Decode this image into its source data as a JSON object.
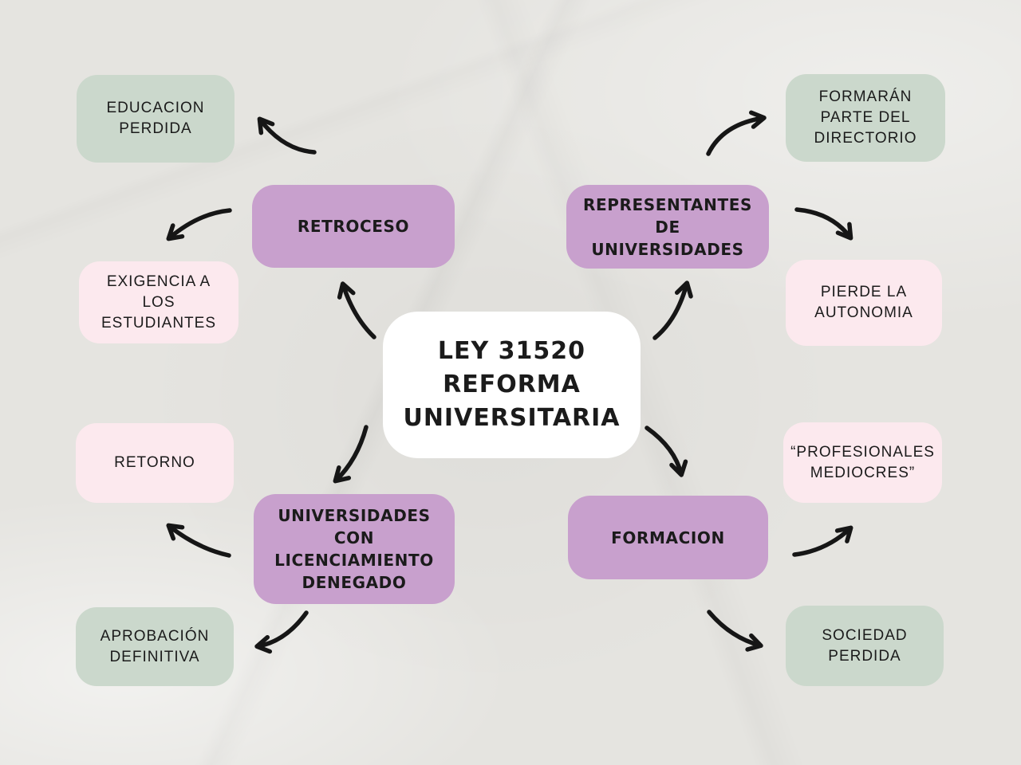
{
  "colors": {
    "background": "#e5e4e0",
    "center_fill": "#ffffff",
    "branch_fill": "#c8a0cd",
    "green_fill": "#cbd8cc",
    "pink_fill": "#fce9ee",
    "arrow": "#161616",
    "text": "#1b1b1b"
  },
  "mindmap": {
    "center": {
      "label": "LEY 31520\nREFORMA\nUNIVERSITARIA"
    },
    "branches": [
      {
        "id": "retroceso",
        "label": "RETROCESO",
        "children": [
          {
            "id": "educacion-perdida",
            "label": "EDUCACION\nPERDIDA",
            "style": "green"
          },
          {
            "id": "exigencia-estudiantes",
            "label": "EXIGENCIA A LOS\nESTUDIANTES",
            "style": "pink"
          }
        ]
      },
      {
        "id": "representantes",
        "label": "REPRESENTANTES\nDE UNIVERSIDADES",
        "children": [
          {
            "id": "formaran-directorio",
            "label": "FORMARÁN\nPARTE DEL\nDIRECTORIO",
            "style": "green"
          },
          {
            "id": "pierde-autonomia",
            "label": "PIERDE LA\nAUTONOMIA",
            "style": "pink"
          }
        ]
      },
      {
        "id": "licenciamiento-denegado",
        "label": "UNIVERSIDADES\nCON\nLICENCIAMIENTO\nDENEGADO",
        "children": [
          {
            "id": "retorno",
            "label": "RETORNO",
            "style": "pink"
          },
          {
            "id": "aprobacion-definitiva",
            "label": "APROBACIÓN\nDEFINITIVA",
            "style": "green"
          }
        ]
      },
      {
        "id": "formacion",
        "label": "FORMACION",
        "children": [
          {
            "id": "profesionales-mediocres",
            "label": "“PROFESIONALES\nMEDIOCRES”",
            "style": "pink"
          },
          {
            "id": "sociedad-perdida",
            "label": "SOCIEDAD\nPERDIDA",
            "style": "green"
          }
        ]
      }
    ]
  }
}
